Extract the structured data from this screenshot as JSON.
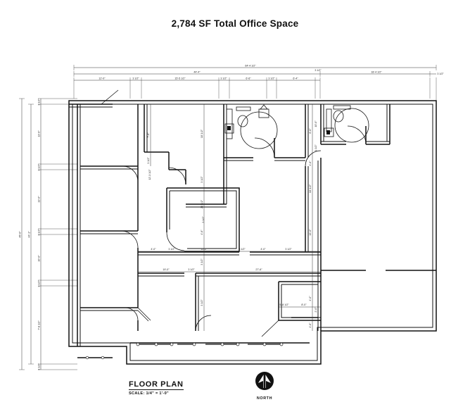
{
  "document": {
    "title": "2,784 SF Total Office Space",
    "sheet_label": "FLOOR PLAN",
    "scale_note": "SCALE:  1/4\" = 1'-0\"",
    "north_label": "NORTH",
    "line_color": "#111111",
    "background_color": "#ffffff"
  },
  "dimensions": {
    "top_overall": "64'-4 1/2\"",
    "top_second": "44'-4\"",
    "top_right_run": "18'-4 1/2\"",
    "top_right_end": "3 1/2\"",
    "top_chain": [
      "12'-0\"",
      "3 1/2\"",
      "15'-5 1/2\"",
      "3 1/2\"",
      "6'-6\"",
      "3 1/2\"",
      "6'-4\"",
      "3 1/2\""
    ],
    "left_overall": "45'-0\"",
    "left_second": "44'-1\"",
    "left_chain": [
      "3 1/2\"",
      "13'-0\"",
      "3 1/2\"",
      "13'-0\"",
      "3 1/2\"",
      "10'-0\"",
      "3 1/2\"",
      "7'-8 1/2\"",
      "3 1/2\""
    ],
    "interior": [
      "7'-6\"",
      "3 1/2\"",
      "18'-1/2\"",
      "3 1/2\"",
      "4'-6\"",
      "3 1/2\"",
      "21'-1/2\"",
      "3 1/2\"",
      "4'-0\"",
      "3 1/2\"",
      "11'-2\"",
      "3 1/2\"",
      "4'-0\"",
      "3 1/2\"",
      "13'-0\"",
      "19'-0\"",
      "3 1/2\"",
      "27'-6\"",
      "12'-3 1/2\"",
      "3 1/2\"",
      "5'-8 1/2\"",
      "8'-0\"",
      "4'-0\"",
      "6'-6\"",
      "10'-0\"",
      "4'-6\"",
      "3 1/2\"",
      "2'-0\"",
      "18'-1/2\"",
      "4'-6\""
    ]
  },
  "plan_features": {
    "rooms": [
      "office-upper-left",
      "office-mid-left",
      "office-lower-left",
      "office-center",
      "office-center-upper",
      "restroom-left",
      "restroom-right",
      "open-area-right",
      "corridor"
    ],
    "restroom_fixtures": [
      "toilet",
      "lavatory",
      "accessible-clearance-circle"
    ],
    "entry": "storefront-glazing-bottom",
    "doors": 9
  }
}
